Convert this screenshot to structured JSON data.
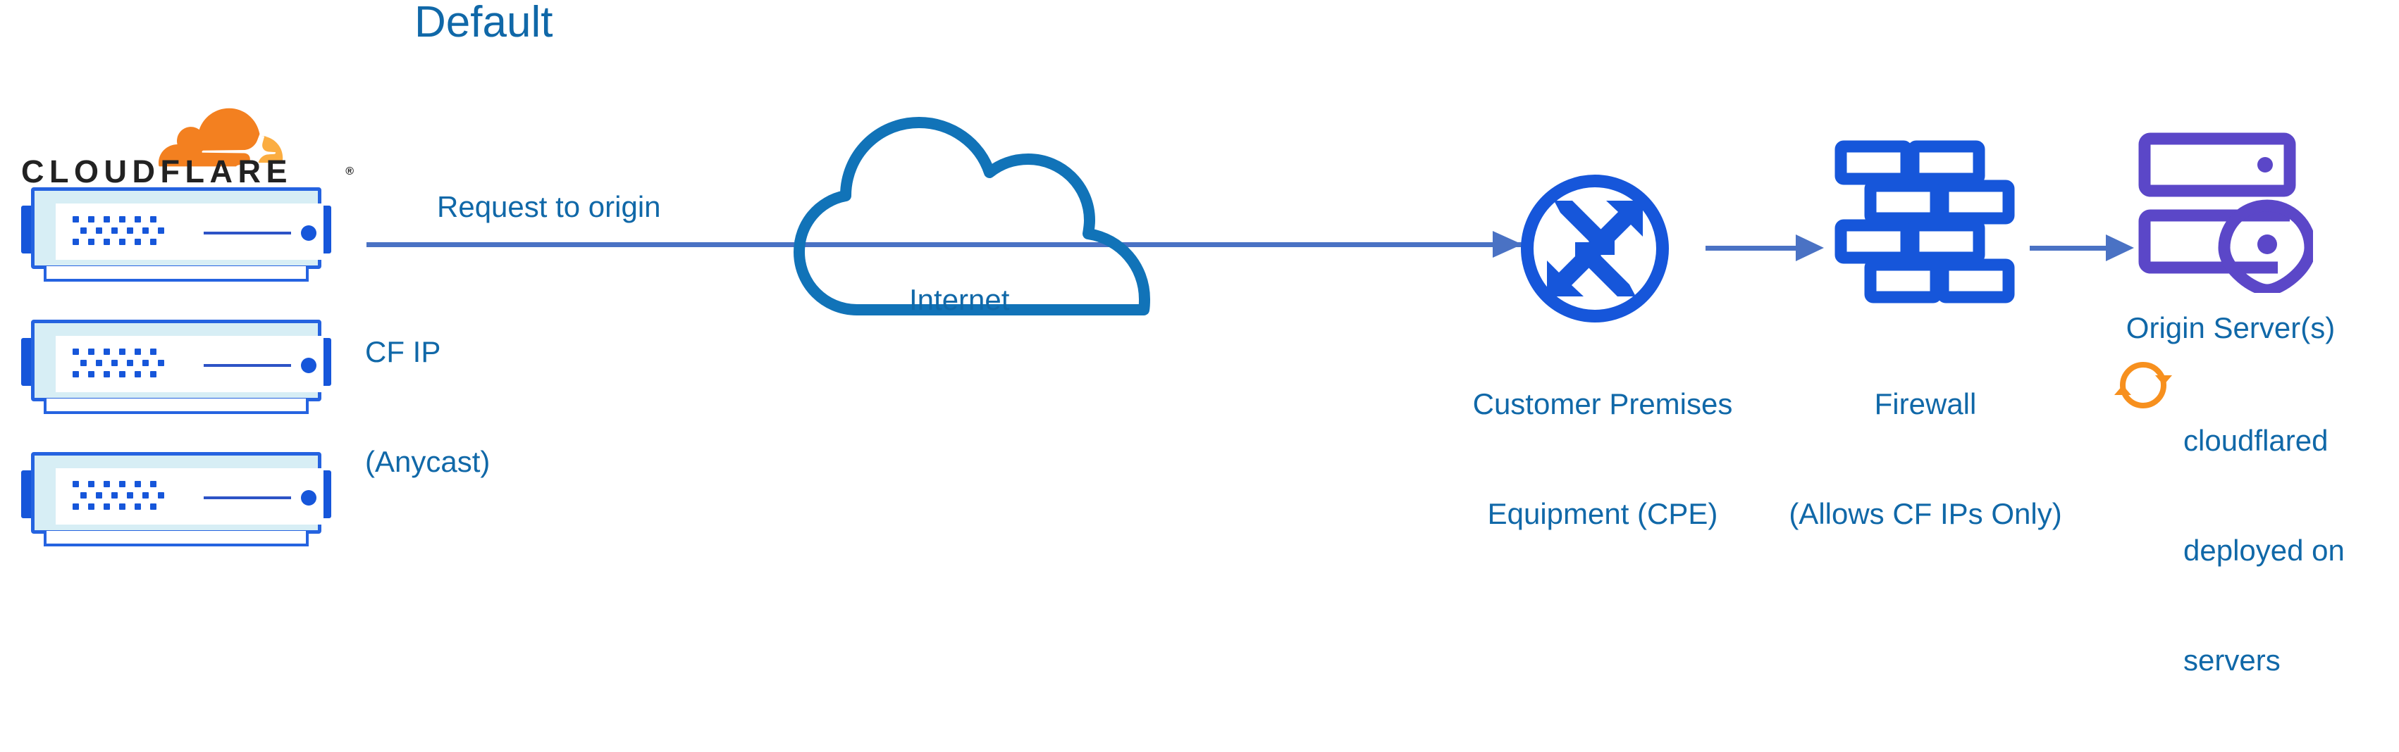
{
  "diagram": {
    "title": "Default",
    "brand": {
      "wordmark": "CLOUDFLARE",
      "registered": "®",
      "logo_icon": "cloudflare-cloud-logo",
      "colors": {
        "orange_dark": "#F38020",
        "orange_light": "#FBAD41"
      }
    },
    "colors": {
      "label_blue": "#1068A8",
      "icon_blue": "#1656DA",
      "cloud_blue": "#1173B8",
      "arrow_blue": "#4A72C4",
      "origin_purple": "#5B47C8",
      "cloudflared_orange": "#F7901E",
      "rack_fill": "#D7EEF5"
    },
    "nodes": [
      {
        "id": "cf-edge",
        "icon": "server-rack-icon",
        "count": 3,
        "label": ""
      },
      {
        "id": "internet",
        "icon": "cloud-icon",
        "label": "Internet"
      },
      {
        "id": "cpe",
        "icon": "router-arrows-circle-icon",
        "label_line1": "Customer Premises",
        "label_line2": "Equipment (CPE)"
      },
      {
        "id": "firewall",
        "icon": "brick-wall-icon",
        "label_line1": "Firewall",
        "label_line2": "(Allows CF IPs Only)"
      },
      {
        "id": "origin",
        "icon": "origin-server-pin-icon",
        "label": "Origin Server(s)"
      }
    ],
    "flow": {
      "request_label": "Request to origin",
      "source_ip_line1": "CF IP",
      "source_ip_line2": "(Anycast)",
      "arrow_icon": "arrow-right-icon"
    },
    "annotation": {
      "icon": "sync-arrows-icon",
      "line1": "cloudflared",
      "line2": "deployed on",
      "line3": "servers"
    }
  }
}
